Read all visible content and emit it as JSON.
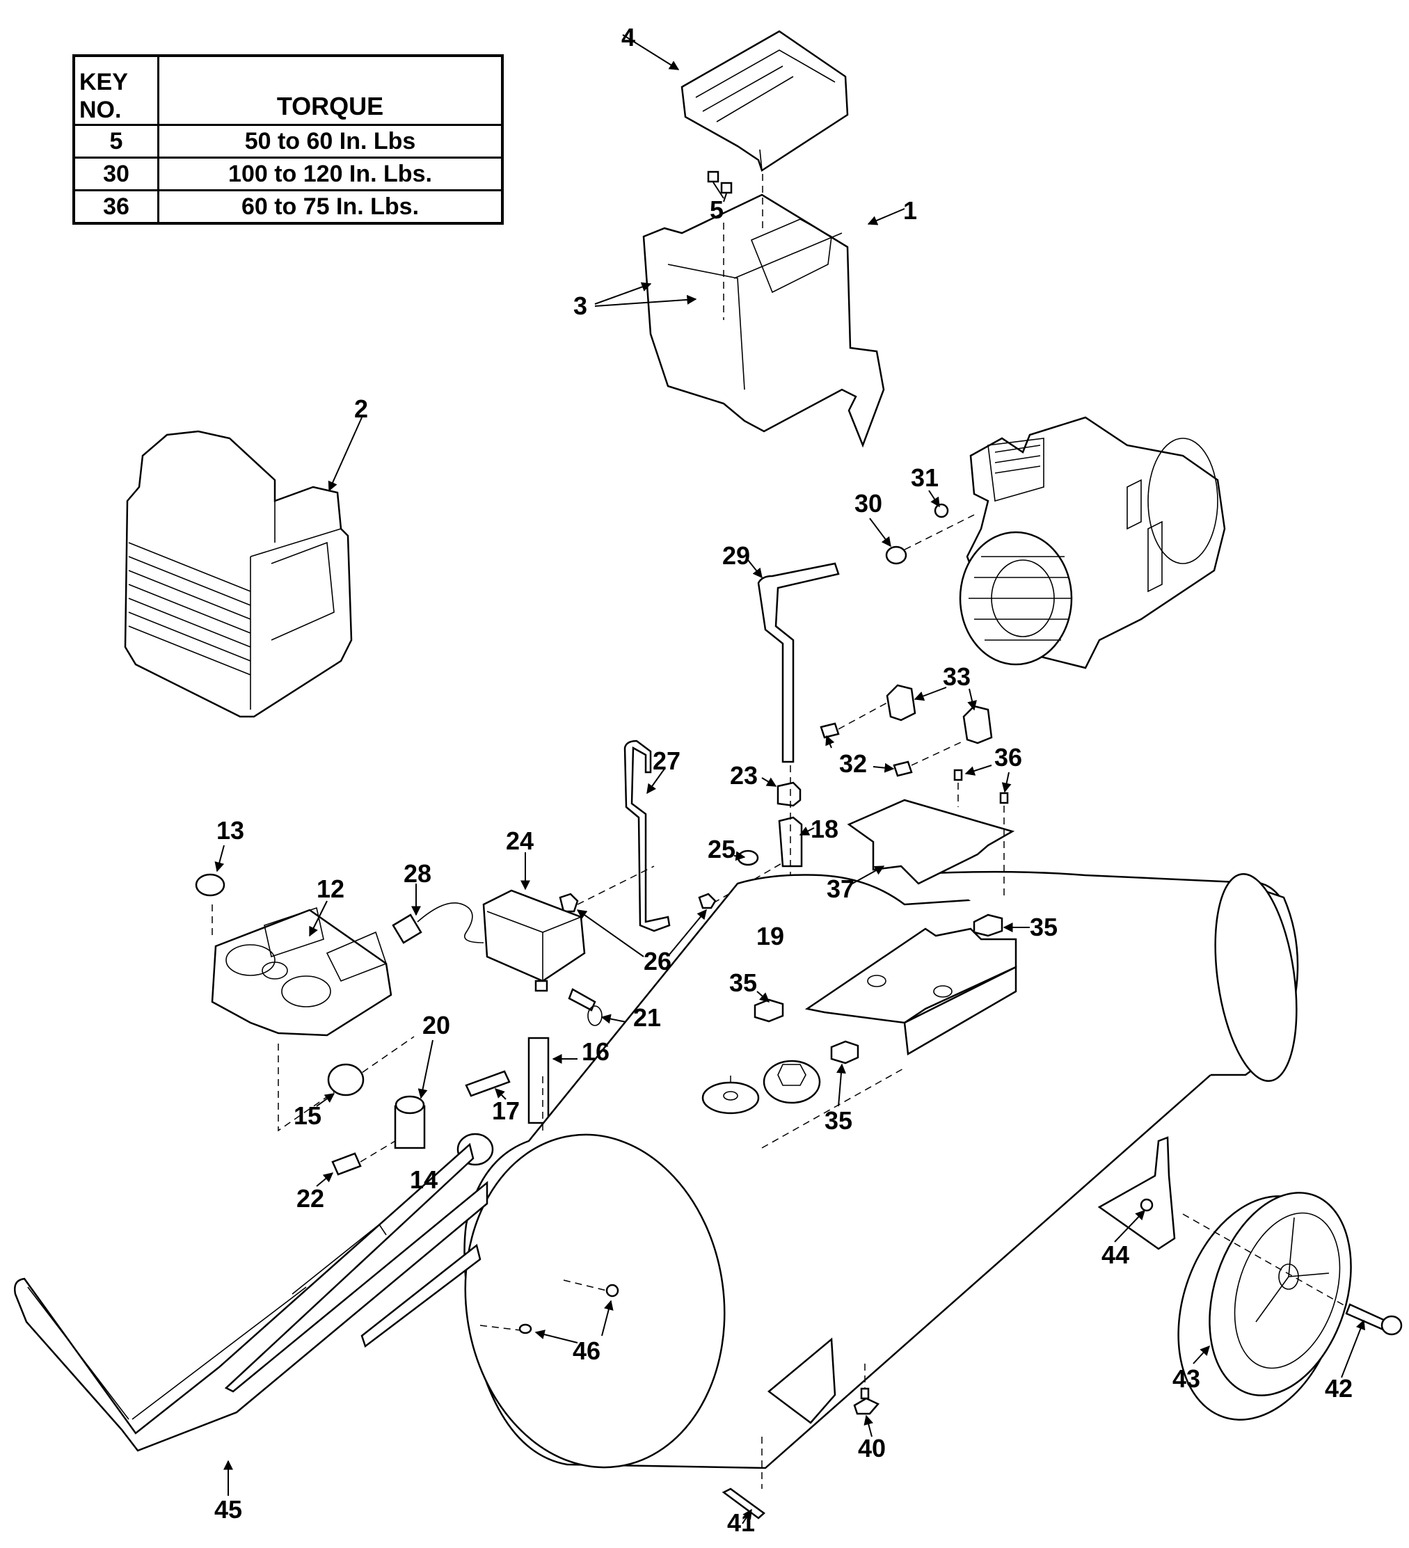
{
  "torque_table": {
    "headers": {
      "key_line1": "KEY",
      "key_line2": "NO.",
      "torque": "TORQUE"
    },
    "rows": [
      {
        "key": "5",
        "torque": "50 to 60 In. Lbs"
      },
      {
        "key": "30",
        "torque": "100 to 120 In. Lbs."
      },
      {
        "key": "36",
        "torque": "60 to 75 In. Lbs."
      }
    ]
  },
  "callouts": {
    "c1": "1",
    "c2": "2",
    "c3": "3",
    "c4": "4",
    "c5": "5",
    "c12": "12",
    "c13": "13",
    "c14": "14",
    "c15": "15",
    "c16": "16",
    "c17": "17",
    "c18": "18",
    "c19": "19",
    "c20": "20",
    "c21": "21",
    "c22": "22",
    "c23": "23",
    "c24": "24",
    "c25": "25",
    "c26": "26",
    "c27": "27",
    "c28": "28",
    "c29": "29",
    "c30": "30",
    "c31": "31",
    "c32": "32",
    "c33": "33",
    "c35a": "35",
    "c35b": "35",
    "c35c": "35",
    "c36": "36",
    "c37": "37",
    "c40": "40",
    "c41": "41",
    "c42": "42",
    "c43": "43",
    "c44": "44",
    "c45": "45",
    "c46": "46"
  }
}
